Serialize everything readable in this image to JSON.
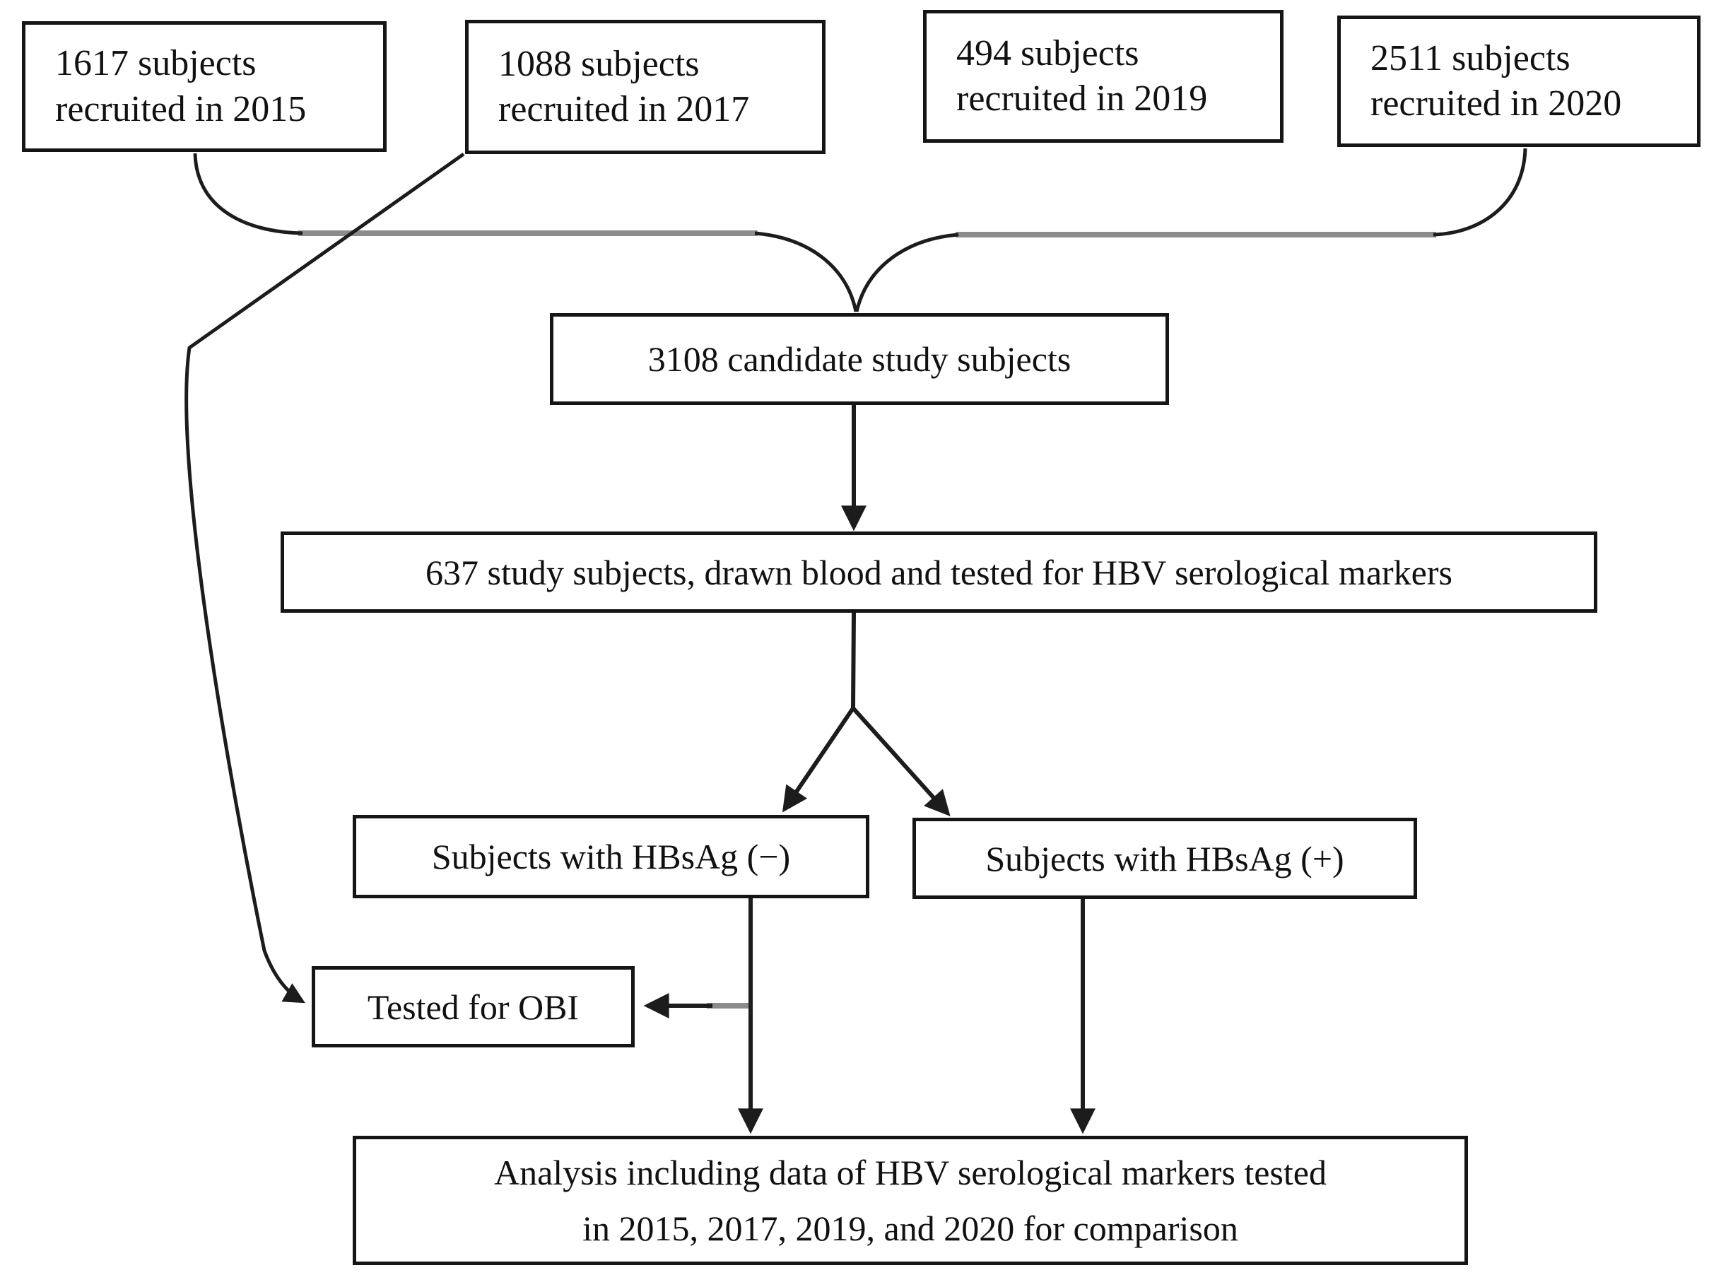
{
  "figure": {
    "background": "#ffffff",
    "text_color": "#111111",
    "line_color_black": "#1c1c1c",
    "line_color_gray": "#8c8c8c",
    "boxes": {
      "recruit_2015": {
        "line1": "1617 subjects",
        "line2": "recruited in 2015"
      },
      "recruit_2017": {
        "line1": "1088 subjects",
        "line2": "recruited in 2017"
      },
      "recruit_2019": {
        "line1": "494 subjects",
        "line2": "recruited in 2019"
      },
      "recruit_2020": {
        "line1": "2511 subjects",
        "line2": "recruited in 2020"
      },
      "candidates": {
        "label": "3108 candidate study subjects"
      },
      "tested": {
        "label": "637 study subjects, drawn blood and tested for HBV serological markers"
      },
      "hbsag_negative": {
        "label": "Subjects with HBsAg (−)"
      },
      "hbsag_positive": {
        "label": "Subjects with HBsAg (+)"
      },
      "obi": {
        "label": "Tested for OBI"
      },
      "analysis": {
        "line1": "Analysis including data of HBV serological markers tested",
        "line2": "in 2015, 2017, 2019, and 2020 for comparison"
      }
    }
  }
}
